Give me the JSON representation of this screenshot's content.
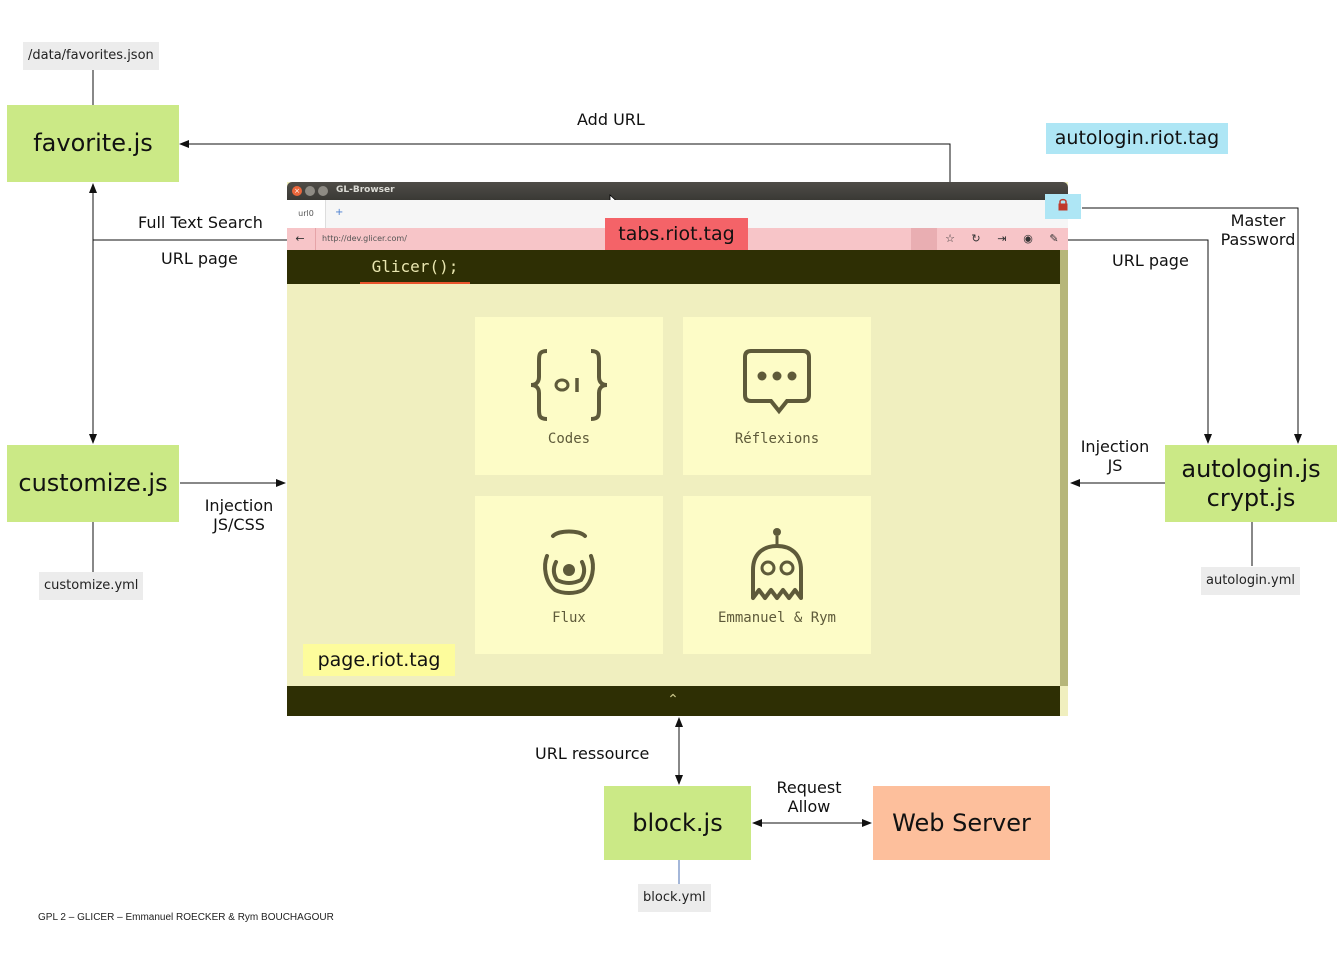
{
  "files": {
    "favorites_json": "/data/favorites.json",
    "customize_yml": "customize.yml",
    "autologin_yml": "autologin.yml",
    "block_yml": "block.yml"
  },
  "modules": {
    "favorite": "favorite.js",
    "customize": "customize.js",
    "autologin": "autologin.js",
    "crypt": "crypt.js",
    "block": "block.js",
    "web_server": "Web Server"
  },
  "tags": {
    "autologin": "autologin.riot.tag",
    "tabs": "tabs.riot.tag",
    "page": "page.riot.tag"
  },
  "labels": {
    "add_url": "Add URL",
    "full_text_search": "Full Text Search",
    "url_page_left": "URL page",
    "injection_jscss_1": "Injection",
    "injection_jscss_2": "JS/CSS",
    "master_password_1": "Master",
    "master_password_2": "Password",
    "url_page_right": "URL page",
    "injection_js_1": "Injection",
    "injection_js_2": "JS",
    "url_ressource": "URL ressource",
    "request": "Request",
    "allow": "Allow"
  },
  "browser": {
    "window_title": "GL-Browser",
    "tab_label": "url0",
    "new_tab": "+",
    "url": "http://dev.glicer.com/",
    "site_title": "Glicer();",
    "tiles": [
      {
        "label": "Codes",
        "icon": "code-braces-icon"
      },
      {
        "label": "Réflexions",
        "icon": "speech-bubble-icon"
      },
      {
        "label": "Flux",
        "icon": "feed-icon"
      },
      {
        "label": "Emmanuel & Rym",
        "icon": "ghost-robot-icon"
      }
    ],
    "footer_chevron": "⌃"
  },
  "footer": "GPL 2 – GLICER – Emmanuel ROECKER & Rym BOUCHAGOUR",
  "colors": {
    "module": "#cbe986",
    "web_server": "#fdbf9c",
    "autologin_tag": "#aee6f5",
    "tabs_tag": "#f46368",
    "page_tag": "#fdfc9c",
    "file": "#ececec"
  }
}
